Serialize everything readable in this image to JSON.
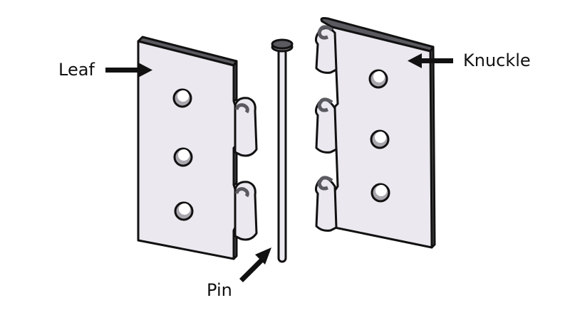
{
  "diagram": {
    "subject": "Door hinge exploded view",
    "labels": {
      "leaf": "Leaf",
      "knuckle": "Knuckle",
      "pin": "Pin"
    },
    "colors": {
      "plate_face": "#ebe8ef",
      "plate_edge": "#5a5a60",
      "outline": "#111111",
      "hole_shadow": "#a9a6ad",
      "background": "#ffffff"
    }
  }
}
